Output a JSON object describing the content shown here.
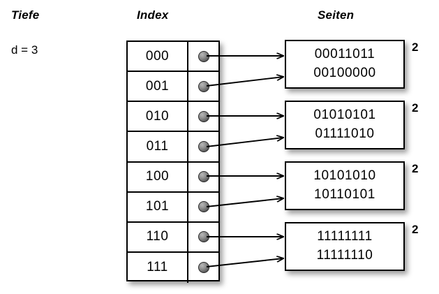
{
  "diagram": {
    "columns": {
      "depth_heading": "Tiefe",
      "index_heading": "Index",
      "pages_heading": "Seiten"
    },
    "depth": {
      "label": "d = 3"
    },
    "index_table": {
      "rows": [
        {
          "key": "000",
          "pointer_icon": "filled-dot-icon",
          "target_page": 0
        },
        {
          "key": "001",
          "pointer_icon": "filled-dot-icon",
          "target_page": 0
        },
        {
          "key": "010",
          "pointer_icon": "filled-dot-icon",
          "target_page": 1
        },
        {
          "key": "011",
          "pointer_icon": "filled-dot-icon",
          "target_page": 1
        },
        {
          "key": "100",
          "pointer_icon": "filled-dot-icon",
          "target_page": 2
        },
        {
          "key": "101",
          "pointer_icon": "filled-dot-icon",
          "target_page": 2
        },
        {
          "key": "110",
          "pointer_icon": "filled-dot-icon",
          "target_page": 3
        },
        {
          "key": "111",
          "pointer_icon": "filled-dot-icon",
          "target_page": 3
        }
      ]
    },
    "pages": [
      {
        "lines": [
          "00011011",
          "00100000"
        ],
        "local_depth": "2"
      },
      {
        "lines": [
          "01010101",
          "01111010"
        ],
        "local_depth": "2"
      },
      {
        "lines": [
          "10101010",
          "10110101"
        ],
        "local_depth": "2"
      },
      {
        "lines": [
          "11111111",
          "11111110"
        ],
        "local_depth": "2"
      }
    ],
    "colors": {
      "background": "#ffffff",
      "stroke": "#000000",
      "pointer_dot": "#6b6b6b",
      "shadow": "rgba(0,0,0,0.38)"
    }
  }
}
